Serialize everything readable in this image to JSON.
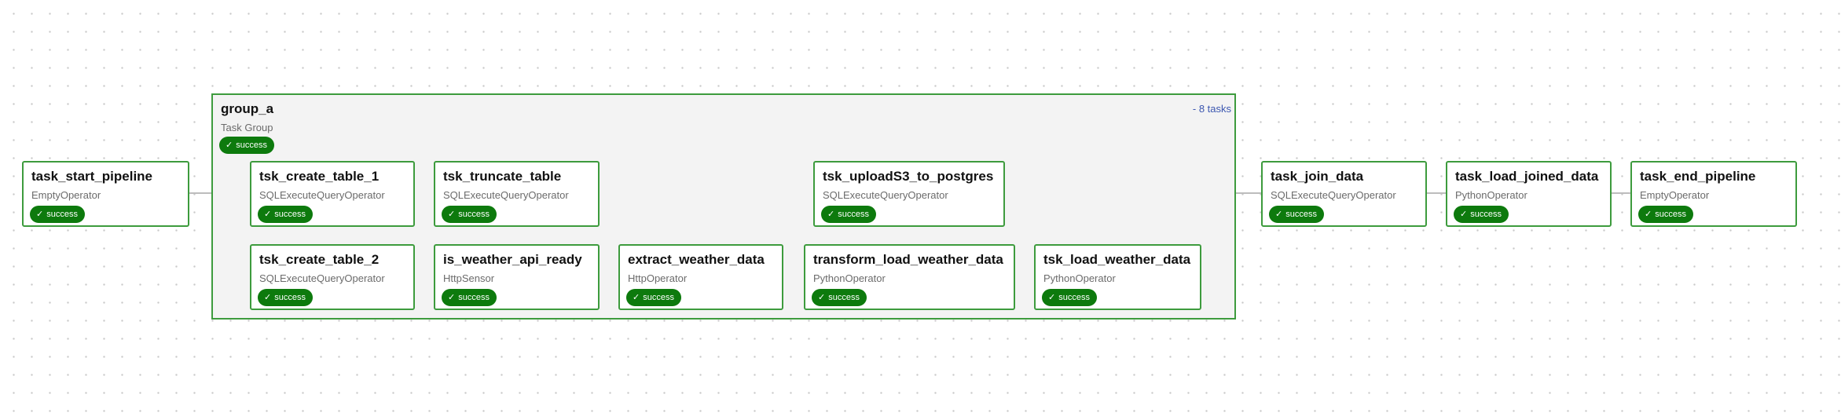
{
  "canvas": {
    "background": "#ffffff",
    "grid_dot": "#c9c9c9"
  },
  "colors": {
    "success": "#0d7a0d",
    "border": "#3d9b3d",
    "edge": "#bdbdbd",
    "group_bg": "#f3f3f3",
    "link": "#3c57b0"
  },
  "group": {
    "title": "group_a",
    "subtitle": "Task Group",
    "state": "success",
    "count_label": "- 8 tasks"
  },
  "tasks": {
    "start": {
      "title": "task_start_pipeline",
      "operator": "EmptyOperator",
      "state": "success"
    },
    "create1": {
      "title": "tsk_create_table_1",
      "operator": "SQLExecuteQueryOperator",
      "state": "success"
    },
    "truncate": {
      "title": "tsk_truncate_table",
      "operator": "SQLExecuteQueryOperator",
      "state": "success"
    },
    "upload": {
      "title": "tsk_uploadS3_to_postgres",
      "operator": "SQLExecuteQueryOperator",
      "state": "success"
    },
    "create2": {
      "title": "tsk_create_table_2",
      "operator": "SQLExecuteQueryOperator",
      "state": "success"
    },
    "api_ready": {
      "title": "is_weather_api_ready",
      "operator": "HttpSensor",
      "state": "success"
    },
    "extract": {
      "title": "extract_weather_data",
      "operator": "HttpOperator",
      "state": "success"
    },
    "transform": {
      "title": "transform_load_weather_data",
      "operator": "PythonOperator",
      "state": "success"
    },
    "load_weather": {
      "title": "tsk_load_weather_data",
      "operator": "PythonOperator",
      "state": "success"
    },
    "join": {
      "title": "task_join_data",
      "operator": "SQLExecuteQueryOperator",
      "state": "success"
    },
    "load_joined": {
      "title": "task_load_joined_data",
      "operator": "PythonOperator",
      "state": "success"
    },
    "end": {
      "title": "task_end_pipeline",
      "operator": "EmptyOperator",
      "state": "success"
    }
  }
}
